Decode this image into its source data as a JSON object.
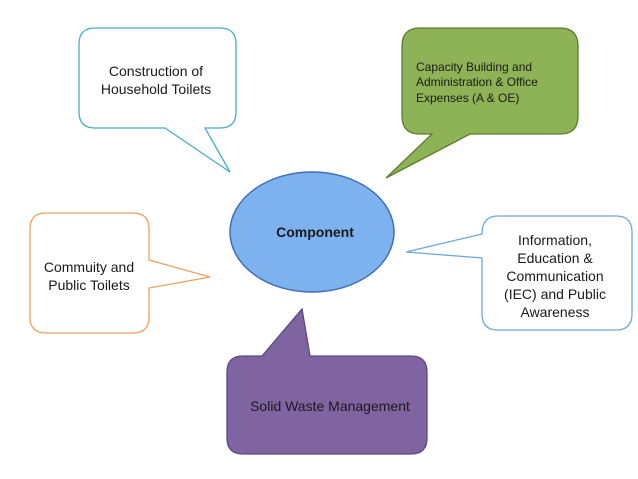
{
  "diagram": {
    "center": {
      "label": "Component",
      "fill": "#7EB2EE",
      "stroke": "#3F6FB5"
    },
    "callouts": [
      {
        "id": "construction",
        "label": "Construction of Household Toilets",
        "fill": "#FFFFFF",
        "stroke": "#4BACC6"
      },
      {
        "id": "capacity",
        "label": "Capacity Building and Administration & Office Expenses (A & OE)",
        "fill": "#8DB356",
        "stroke": "#5D7E2E"
      },
      {
        "id": "community",
        "label": "Commuity and Public Toilets",
        "fill": "#FFFFFF",
        "stroke": "#F0A060"
      },
      {
        "id": "iec",
        "label": "Information, Education & Communication (IEC) and Public Awareness",
        "fill": "#FFFFFF",
        "stroke": "#6FA8DC"
      },
      {
        "id": "solid",
        "label": "Solid Waste Management",
        "fill": "#8064A2",
        "stroke": "#5C4780"
      }
    ]
  }
}
